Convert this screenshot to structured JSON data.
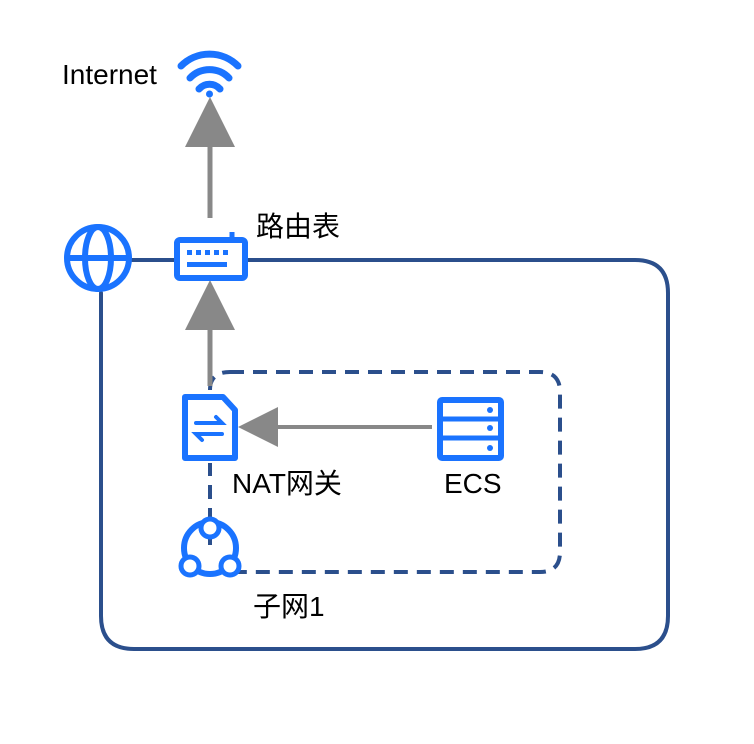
{
  "labels": {
    "internet": "Internet",
    "route_table": "路由表",
    "nat_gateway": "NAT网关",
    "ecs": "ECS",
    "subnet": "子网1"
  },
  "colors": {
    "vpc_border": "#2b4f8c",
    "icon_blue": "#1a73ff",
    "arrow_gray": "#888888",
    "text": "#000000"
  },
  "icons": {
    "internet": "wifi-icon",
    "vpc": "globe-icon",
    "route_table": "router-icon",
    "nat_gateway": "nat-gateway-icon",
    "ecs": "server-icon",
    "subnet": "subnet-icon"
  }
}
